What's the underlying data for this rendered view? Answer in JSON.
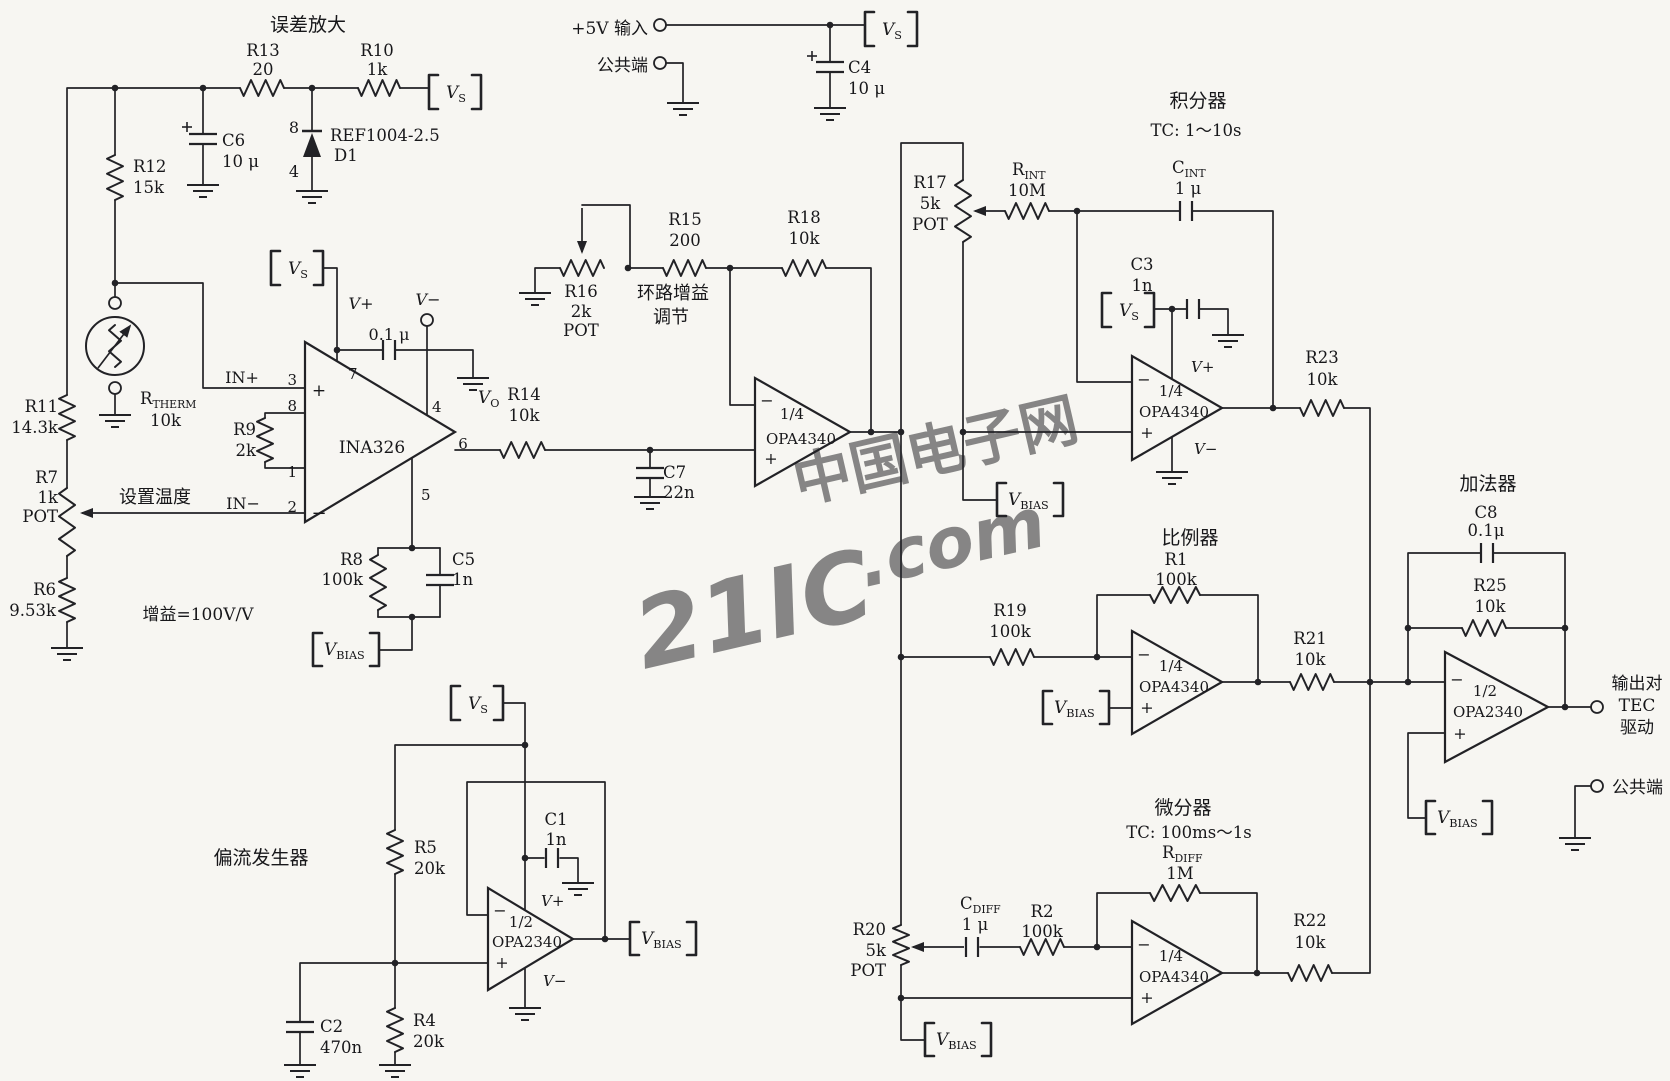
{
  "watermark": {
    "cn": "中国电子网",
    "en_big": "21IC",
    "en_dot": ".com"
  },
  "sections": {
    "error_amp": "误差放大",
    "set_temp": "设置温度",
    "gain_note": "增益=100V/V",
    "loop_gain1": "环路增益",
    "loop_gain2": "调节",
    "integrator": "积分器",
    "integrator_tc": "TC: 1～10s",
    "proportional": "比例器",
    "differentiator": "微分器",
    "differentiator_tc": "TC: 100ms～1s",
    "adder": "加法器",
    "bias_gen": "偏流发生器"
  },
  "power": {
    "v5_input": "+5V 输入",
    "common_top": "公共端",
    "common_right": "公共端"
  },
  "output_label": {
    "l1": "输出对",
    "l2": "TEC",
    "l3": "驱动"
  },
  "tags": {
    "vs_main": "V",
    "vs_sub": "S",
    "vbias_main": "V",
    "vbias_sub": "BIAS",
    "vplus": "V+",
    "vminus": "V−",
    "vo_main": "V",
    "vo_sub": "O"
  },
  "ics": {
    "ina326": "INA326",
    "ref_name": "REF1004-2.5",
    "ref_des": "D1",
    "quarter": "1/4",
    "half": "1/2",
    "opa4340": "OPA4340",
    "opa2340": "OPA2340",
    "plus": "+",
    "minus": "−"
  },
  "pins": {
    "p1": "1",
    "p2": "2",
    "p3": "3",
    "p4": "4",
    "p5": "5",
    "p6": "6",
    "p7": "7",
    "p8": "8",
    "ref_top": "8",
    "ref_bot": "4",
    "in_plus": "IN+",
    "in_minus": "IN−"
  },
  "parts": {
    "r13": {
      "ref": "R13",
      "val": "20"
    },
    "r10": {
      "ref": "R10",
      "val": "1k"
    },
    "r12": {
      "ref": "R12",
      "val": "15k"
    },
    "r11": {
      "ref": "R11",
      "val": "14.3k"
    },
    "r7": {
      "ref": "R7",
      "val": "1k",
      "pot": "POT"
    },
    "r6": {
      "ref": "R6",
      "val": "9.53k"
    },
    "r9": {
      "ref": "R9",
      "val": "2k"
    },
    "r8": {
      "ref": "R8",
      "val": "100k"
    },
    "r14": {
      "ref": "R14",
      "val": "10k"
    },
    "r15": {
      "ref": "R15",
      "val": "200"
    },
    "r16": {
      "ref": "R16",
      "val": "2k",
      "pot": "POT"
    },
    "r18": {
      "ref": "R18",
      "val": "10k"
    },
    "r17": {
      "ref": "R17",
      "val": "5k",
      "pot": "POT"
    },
    "rint": {
      "main": "R",
      "sub": "INT",
      "val": "10M"
    },
    "r23": {
      "ref": "R23",
      "val": "10k"
    },
    "r19": {
      "ref": "R19",
      "val": "100k"
    },
    "r1": {
      "ref": "R1",
      "val": "100k"
    },
    "r21": {
      "ref": "R21",
      "val": "10k"
    },
    "r20": {
      "ref": "R20",
      "val": "5k",
      "pot": "POT"
    },
    "r2": {
      "ref": "R2",
      "val": "100k"
    },
    "rdiff": {
      "main": "R",
      "sub": "DIFF",
      "val": "1M"
    },
    "r22": {
      "ref": "R22",
      "val": "10k"
    },
    "r25": {
      "ref": "R25",
      "val": "10k"
    },
    "r5": {
      "ref": "R5",
      "val": "20k"
    },
    "r4": {
      "ref": "R4",
      "val": "20k"
    },
    "rtherm": {
      "main": "R",
      "sub": "THERM",
      "val": "10k"
    },
    "c6": {
      "ref": "C6",
      "val": "10 μ"
    },
    "c4": {
      "ref": "C4",
      "val": "10 μ"
    },
    "c7": {
      "ref": "C7",
      "val": "22n"
    },
    "c5": {
      "ref": "C5",
      "val": "1n"
    },
    "c3": {
      "ref": "C3",
      "val": "1n"
    },
    "c2": {
      "ref": "C2",
      "val": "470n"
    },
    "c1": {
      "ref": "C1",
      "val": "1n"
    },
    "c8": {
      "ref": "C8",
      "val": "0.1μ"
    },
    "cint": {
      "main": "C",
      "sub": "INT",
      "val": "1 μ"
    },
    "cdiff": {
      "main": "C",
      "sub": "DIFF",
      "val": "1 μ"
    },
    "cbyp": {
      "val": "0.1 μ"
    }
  }
}
